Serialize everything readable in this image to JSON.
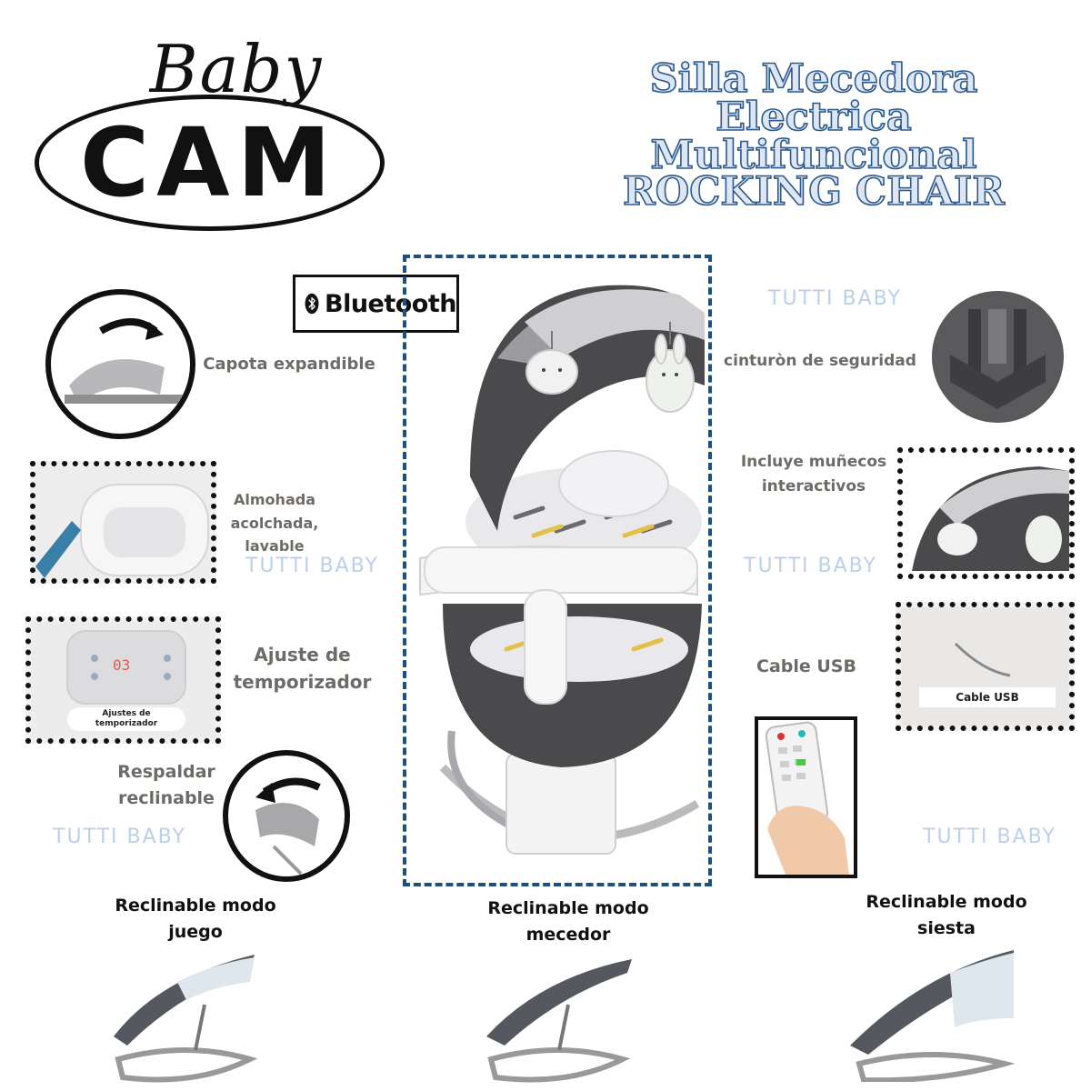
{
  "logo": {
    "script": "Baby",
    "wordmark": "CAM"
  },
  "title": {
    "line1": "Silla Mecedora",
    "line2": "Electrica",
    "line3": "Multifuncional",
    "line4": "ROCKING CHAIR"
  },
  "bluetooth_badge": "Bluetooth",
  "watermark": "TUTTI BABY",
  "features": {
    "canopy": "Capota expandible",
    "pillow": [
      "Almohada",
      "acolchada,",
      "lavable"
    ],
    "timer": [
      "Ajuste de",
      "temporizador"
    ],
    "timer_caption": [
      "Ajustes de",
      "temporizador"
    ],
    "timer_display": "03",
    "backrest": [
      "Respaldar",
      "reclinable"
    ],
    "belt": "cinturòn de seguridad",
    "toys": [
      "Incluye muñecos",
      "interactivos"
    ],
    "usb": "Cable USB",
    "usb_caption": "Cable USB"
  },
  "modes": {
    "play": [
      "Reclinable modo",
      "juego"
    ],
    "rock": [
      "Reclinable modo",
      "mecedor"
    ],
    "nap": [
      "Reclinable modo",
      "siesta"
    ]
  },
  "colors": {
    "title_fill": "#dde6f2",
    "title_outline": "#2d5a8c",
    "dashed_frame": "#1f4f7e",
    "watermark": "#bcd0ea",
    "label_text": "#6e6a66",
    "chair_dark": "#4a4a4d",
    "chair_light": "#cfcfd2",
    "accent_yellow": "#e2c14a"
  },
  "icons": [
    "bluetooth-icon",
    "curved-arrow-icon",
    "remote-control-icon"
  ]
}
